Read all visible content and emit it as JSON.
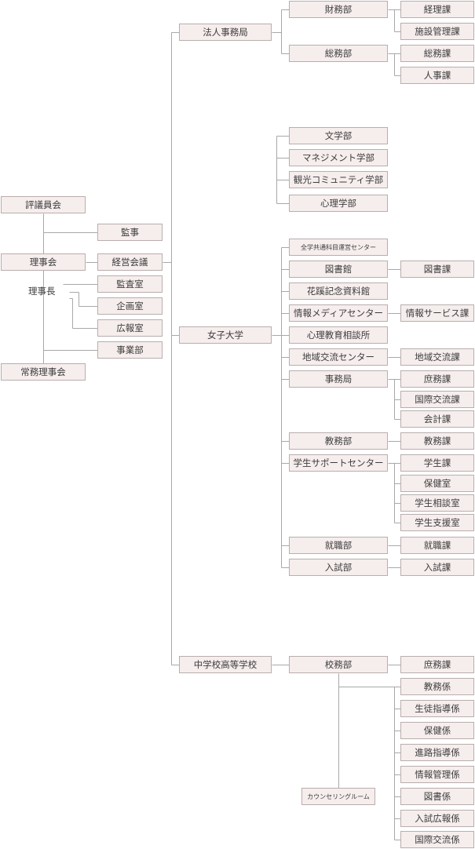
{
  "colors": {
    "box_fill": "#f6eded",
    "box_border": "#b9aeae",
    "line": "#a8a8a8",
    "text": "#3c3c3c"
  },
  "governance": {
    "hyogiinkai": "評議員会",
    "kanji": "監事",
    "rijikai": "理事会",
    "keiei_kaigi": "経営会議",
    "rijicho": "理事長",
    "kansashitsu": "監査室",
    "kikakushitsu": "企画室",
    "kohoshitsu": "広報室",
    "jigyobu": "事業部",
    "jomu_rijikai": "常務理事会"
  },
  "corporate": {
    "name": "法人事務局",
    "zaimubu": "財務部",
    "keirika": "経理課",
    "shisetsu": "施設管理課",
    "somubu": "総務部",
    "somuka": "総務課",
    "jinjika": "人事課"
  },
  "university": {
    "name": "女子大学",
    "faculties": [
      "文学部",
      "マネジメント学部",
      "観光コミュニティ学部",
      "心理学部"
    ],
    "center": "全学共通科目運営センター",
    "library": "図書館",
    "library_section": "図書課",
    "memorial": "花蹊記念資料館",
    "media_center": "情報メディアセンター",
    "media_section": "情報サービス課",
    "psych_center": "心理教育相談所",
    "regional_center": "地域交流センター",
    "regional_section": "地域交流課",
    "office": "事務局",
    "office_sections": [
      "庶務課",
      "国際交流課",
      "会計課"
    ],
    "kyomubu": "教務部",
    "kyomuka": "教務課",
    "support_center": "学生サポートセンター",
    "support_sections": [
      "学生課",
      "保健室",
      "学生相談室",
      "学生支援室"
    ],
    "career": "就職部",
    "career_section": "就職課",
    "admissions": "入試部",
    "admissions_section": "入試課"
  },
  "school": {
    "name": "中学校高等学校",
    "komubu": "校務部",
    "counseling": "カウンセリングルーム",
    "sections": [
      "庶務課",
      "教務係",
      "生徒指導係",
      "保健係",
      "進路指導係",
      "情報管理係",
      "図書係",
      "入試広報係",
      "国際交流係"
    ]
  }
}
